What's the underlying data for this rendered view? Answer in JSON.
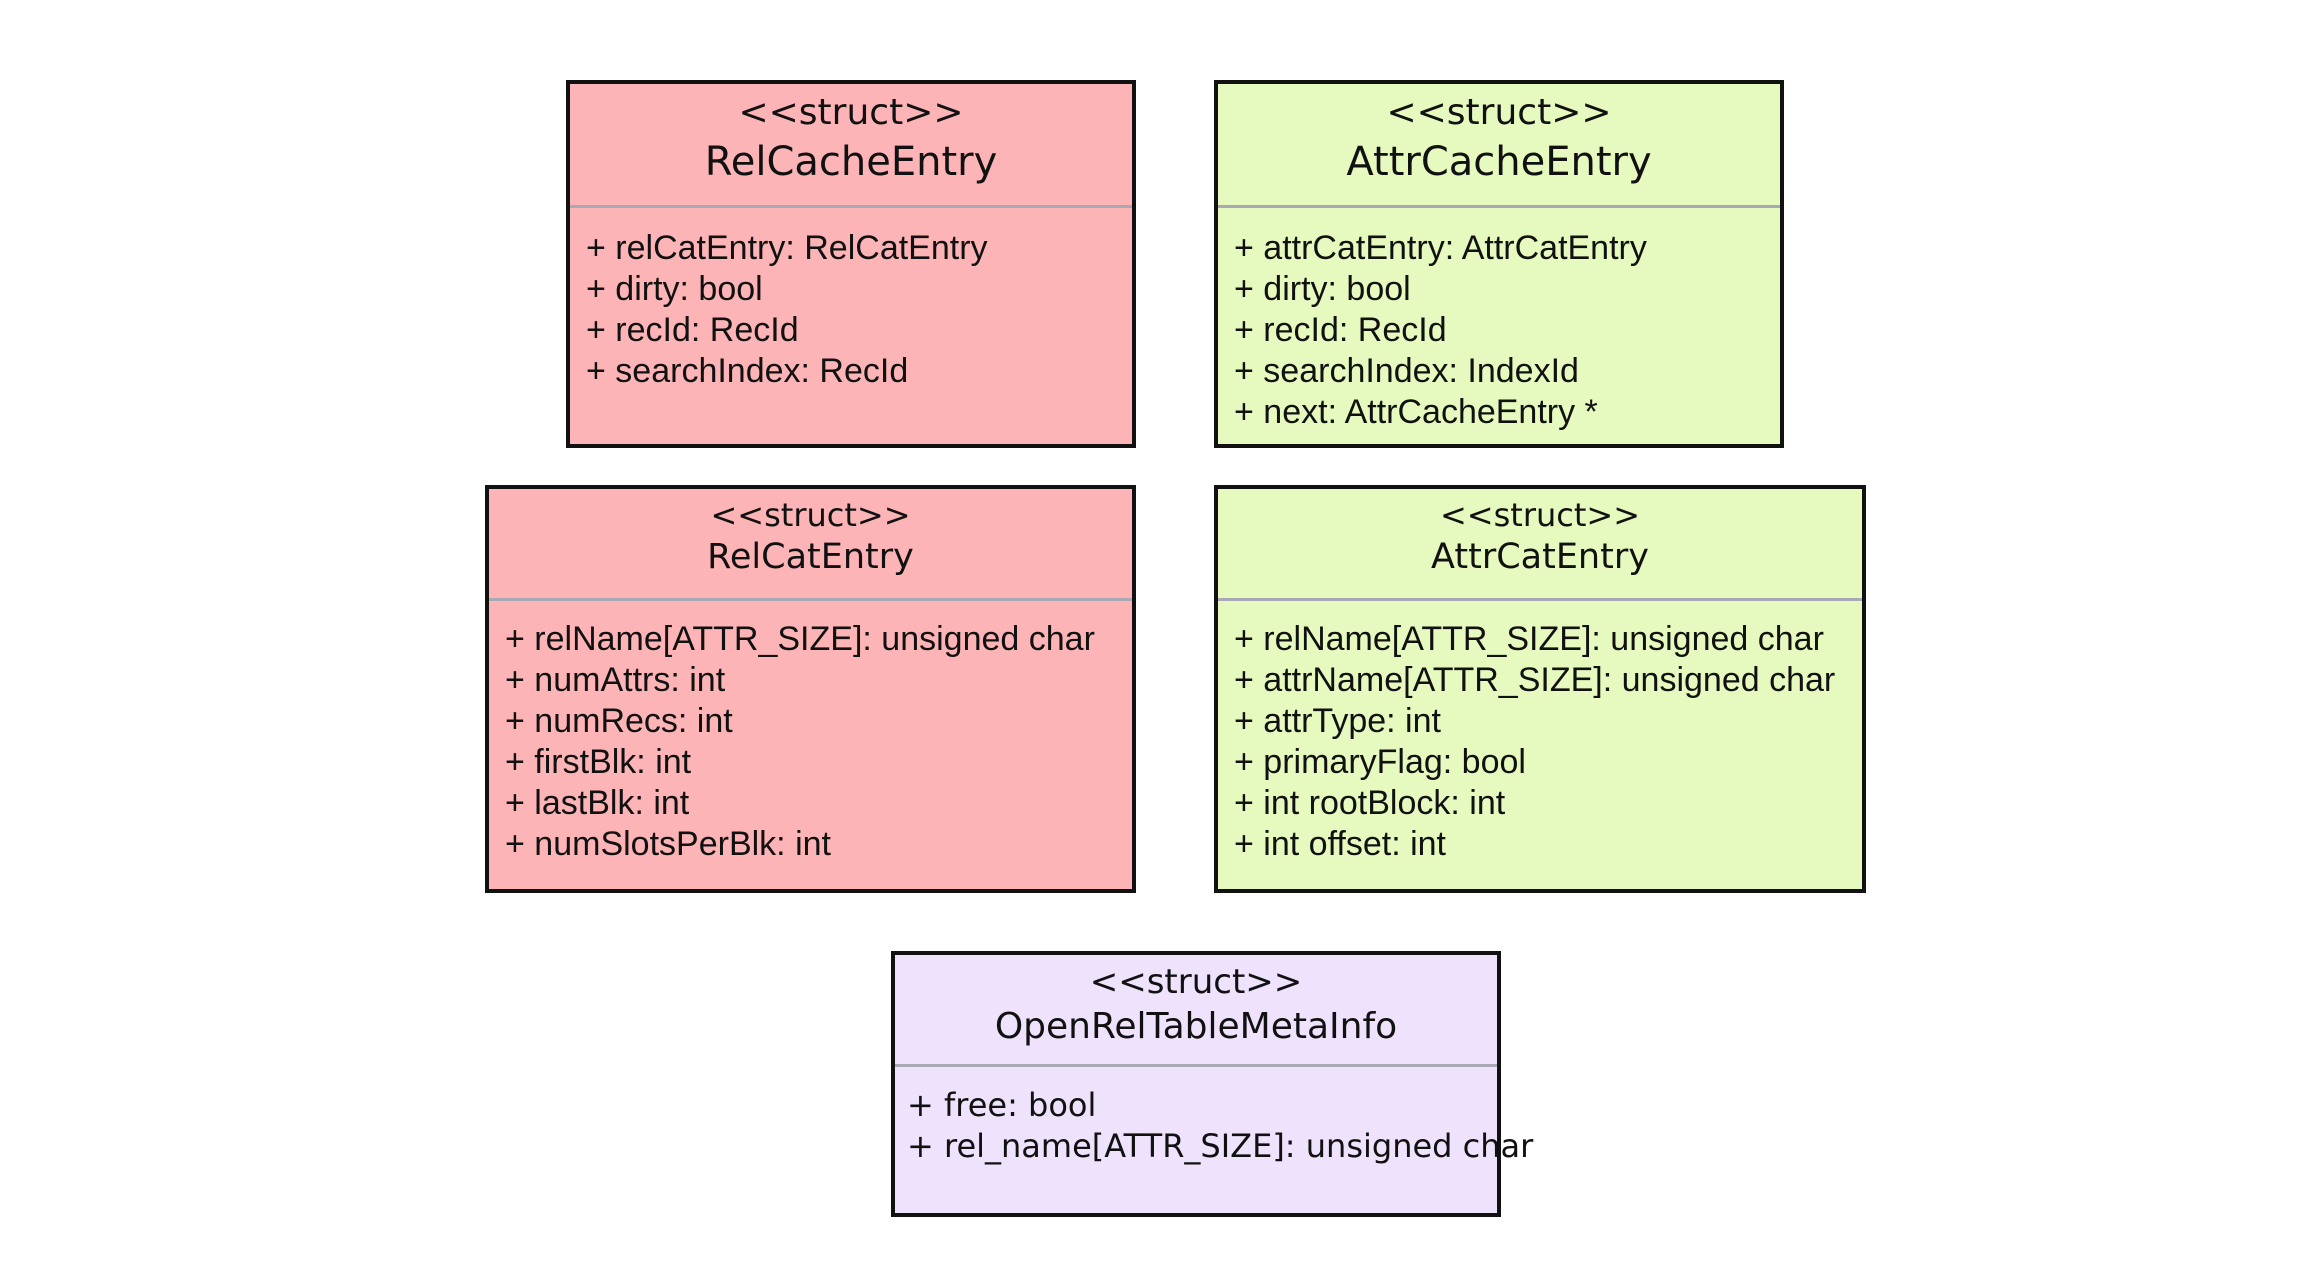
{
  "diagram": {
    "classes": [
      {
        "stereotype": "<<struct>>",
        "name": "RelCacheEntry",
        "fill_color": "#fcb4b6",
        "attributes": [
          "+ relCatEntry: RelCatEntry",
          "+ dirty: bool",
          "+ recId: RecId",
          "+ searchIndex: RecId"
        ]
      },
      {
        "stereotype": "<<struct>>",
        "name": "AttrCacheEntry",
        "fill_color": "#e6f9bf",
        "attributes": [
          "+ attrCatEntry: AttrCatEntry",
          "+ dirty: bool",
          "+ recId: RecId",
          "+ searchIndex: IndexId",
          "+ next: AttrCacheEntry *"
        ]
      },
      {
        "stereotype": "<<struct>>",
        "name": "RelCatEntry",
        "fill_color": "#fcb4b6",
        "attributes": [
          "+ relName[ATTR_SIZE]: unsigned char",
          "+ numAttrs: int",
          "+ numRecs: int",
          "+ firstBlk: int",
          "+ lastBlk: int",
          "+ numSlotsPerBlk: int"
        ]
      },
      {
        "stereotype": "<<struct>>",
        "name": "AttrCatEntry",
        "fill_color": "#e6f9bf",
        "attributes": [
          "+ relName[ATTR_SIZE]: unsigned char",
          "+ attrName[ATTR_SIZE]: unsigned char",
          "+ attrType: int",
          "+ primaryFlag: bool",
          "+ int rootBlock: int",
          "+ int offset: int"
        ]
      },
      {
        "stereotype": "<<struct>>",
        "name": "OpenRelTableMetaInfo",
        "fill_color": "#eee2fc",
        "attributes": [
          "+ free: bool",
          "+ rel_name[ATTR_SIZE]: unsigned char"
        ]
      }
    ]
  }
}
